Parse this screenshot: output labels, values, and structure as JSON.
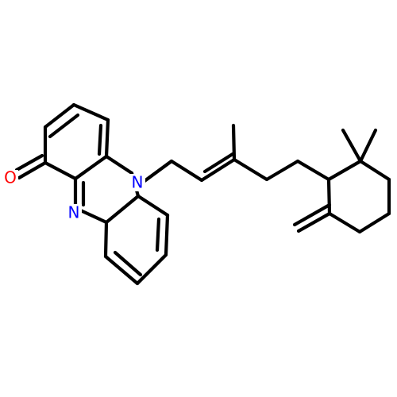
{
  "atom_labels": {
    "oxygen": "O",
    "ring_nitrogen": "N",
    "substituted_nitrogen": "N"
  },
  "colors": {
    "bond": "#000000",
    "oxygen": "#ff0000",
    "nitrogen": "#0000ff",
    "background": "#ffffff"
  }
}
